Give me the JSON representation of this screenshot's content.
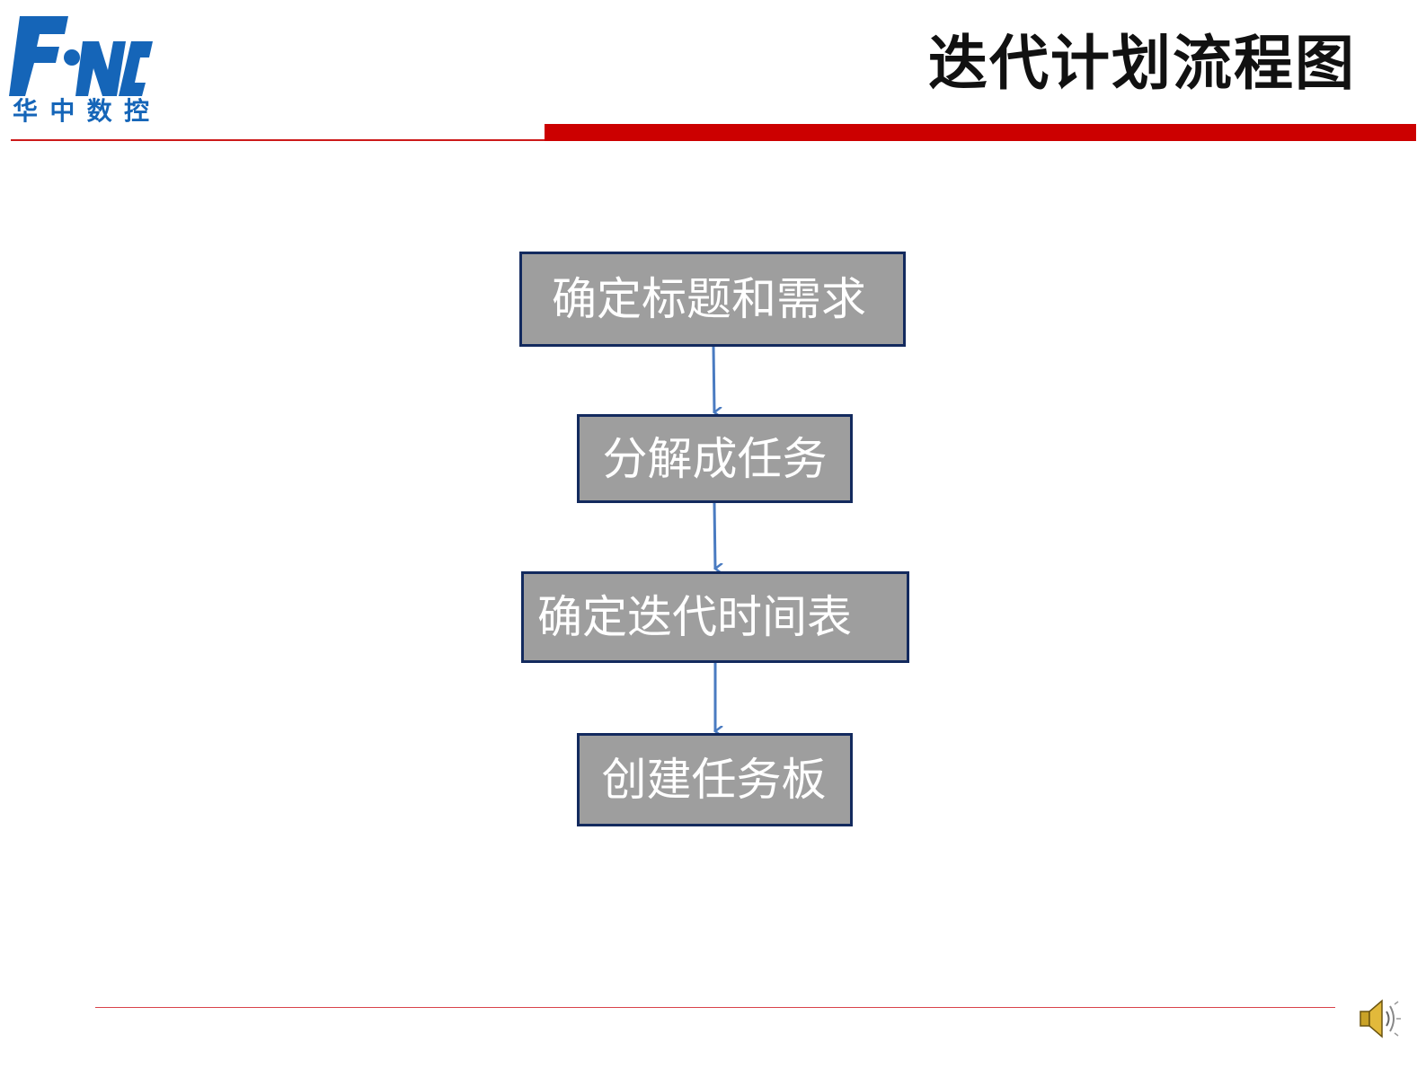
{
  "header": {
    "title": "迭代计划流程图",
    "logo": {
      "text_chars": [
        "华",
        "中",
        "数",
        "控"
      ],
      "color": "#1565b8"
    },
    "accent_color": "#cc0000"
  },
  "flowchart": {
    "box_fill": "#9e9e9e",
    "box_border": "#132a5e",
    "arrow_color": "#4a7bc1",
    "steps": [
      {
        "label": "确定标题和需求"
      },
      {
        "label": "分解成任务"
      },
      {
        "label": "确定迭代时间表"
      },
      {
        "label": "创建任务板"
      }
    ]
  },
  "footer": {
    "speaker_icon": "speaker-icon"
  }
}
